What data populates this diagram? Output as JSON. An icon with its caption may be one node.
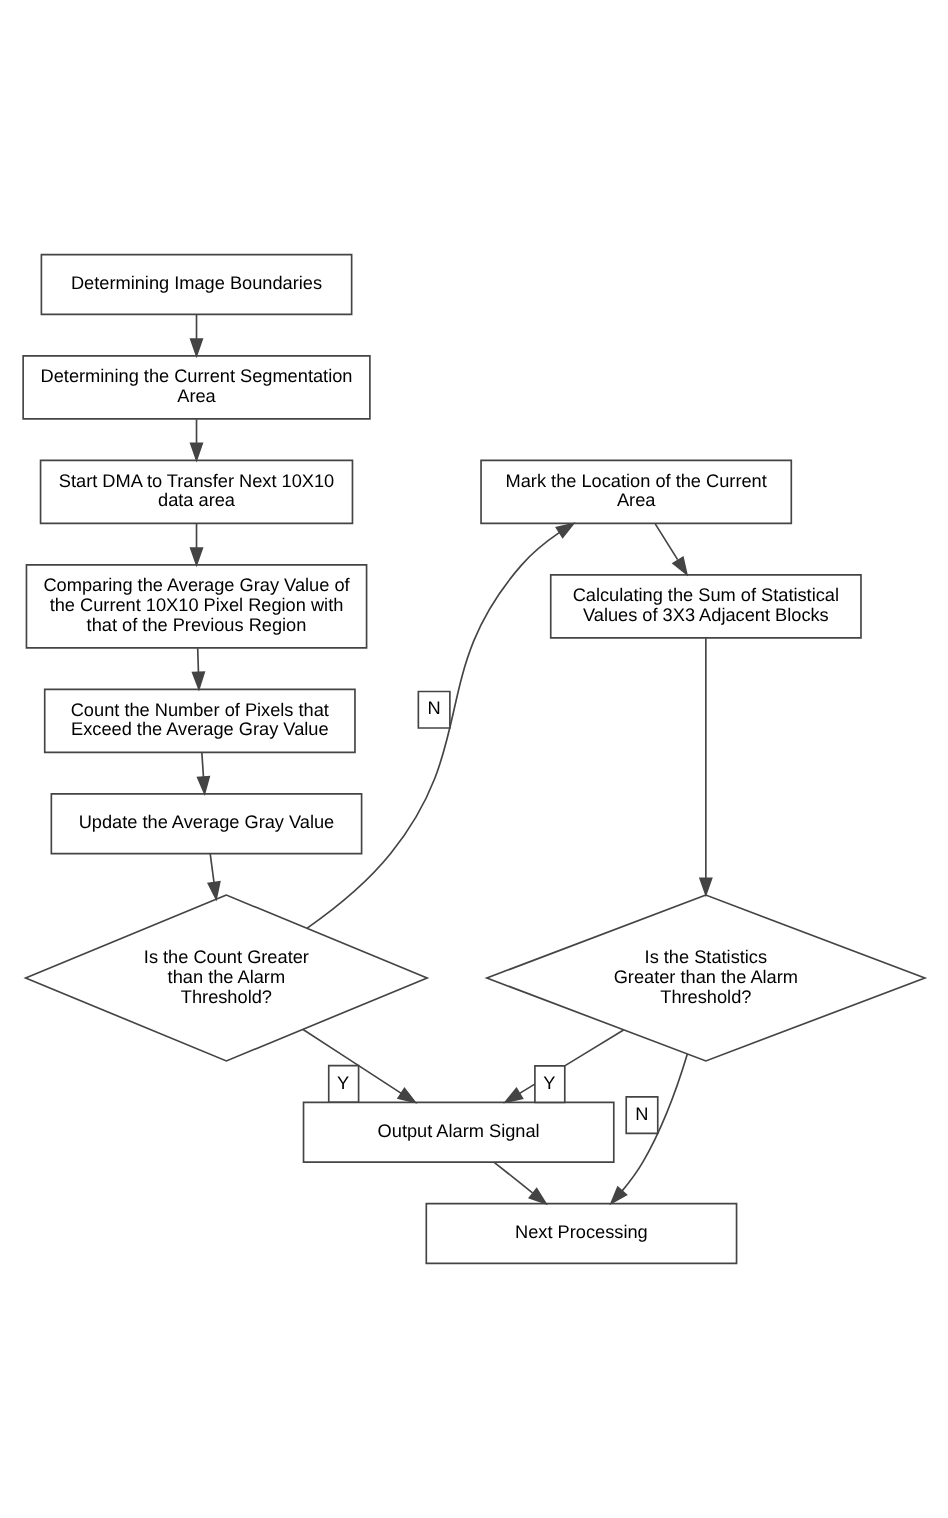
{
  "diagram": {
    "nodes": [
      {
        "text": [
          "Determining Image Boundaries"
        ]
      },
      {
        "text": [
          "Determining the Current Segmentation Area"
        ]
      },
      {
        "text": [
          "Start DMA to Transfer Next 10X10 data area"
        ]
      },
      {
        "text": [
          "Comparing the Average Gray Value of the Current 10X10 Pixel Region with that of the Previous Region"
        ]
      },
      {
        "text": [
          "Count the Number of Pixels that Exceed the Average Gray Value"
        ]
      },
      {
        "text": [
          "Update the Average Gray Value"
        ]
      },
      {
        "text": [
          "Is the Count Greater than the Alarm Threshold?"
        ]
      },
      {
        "text": [
          "Output Alarm Signal"
        ]
      },
      {
        "text": [
          "Next Processing"
        ]
      },
      {
        "text": [
          "Mark the Location of the Current Area"
        ]
      },
      {
        "text": [
          "Calculating the Sum of Statistical Values of 3X3 Adjacent Blocks"
        ]
      },
      {
        "text": [
          "Is the Statistics Greater than the Alarm Threshold?"
        ]
      }
    ],
    "edges": [
      {
        "from": 0,
        "to": 1,
        "arrow": "to"
      },
      {
        "from": 1,
        "to": 2,
        "arrow": "to"
      },
      {
        "from": 2,
        "to": 3,
        "arrow": "to"
      },
      {
        "from": 3,
        "to": 4,
        "arrow": "to"
      },
      {
        "from": 4,
        "to": 5,
        "arrow": "to"
      },
      {
        "from": 5,
        "to": 6,
        "arrow": "to"
      },
      {
        "from": 6,
        "to": 7,
        "arrow": "to",
        "label": "Y"
      },
      {
        "from": 6,
        "to": 9,
        "arrow": "to",
        "label": "N"
      },
      {
        "from": 9,
        "to": 10,
        "arrow": "to"
      },
      {
        "from": 10,
        "to": 11,
        "arrow": "to"
      },
      {
        "from": 11,
        "to": 7,
        "arrow": "to",
        "label": "Y"
      },
      {
        "from": 11,
        "to": 8,
        "arrow": "to",
        "label": "N"
      },
      {
        "from": 7,
        "to": 8,
        "arrow": "to"
      }
    ]
  }
}
